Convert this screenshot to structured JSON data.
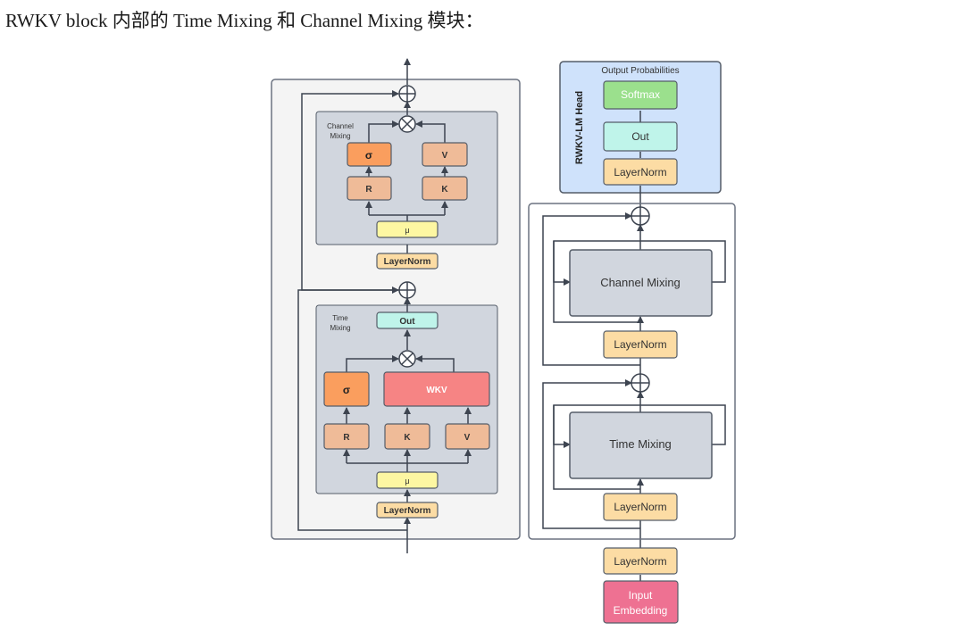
{
  "caption": "RWKV block 内部的 Time Mixing 和 Channel Mixing 模块：",
  "left_block": {
    "channel_mixing": {
      "group_label": [
        "Channel",
        "Mixing"
      ],
      "sigma": "σ",
      "v": "V",
      "r": "R",
      "k": "K",
      "mu": "μ",
      "layernorm": "LayerNorm"
    },
    "time_mixing": {
      "group_label": [
        "Time",
        "Mixing"
      ],
      "out": "Out",
      "sigma": "σ",
      "wkv": "WKV",
      "r": "R",
      "k": "K",
      "v": "V",
      "mu": "μ",
      "layernorm": "LayerNorm"
    }
  },
  "right_stack": {
    "head": {
      "title": "Output Probabilities",
      "side_label": "RWKV-LM Head",
      "softmax": "Softmax",
      "out": "Out",
      "layernorm": "LayerNorm"
    },
    "block": {
      "channel_mixing": "Channel Mixing",
      "layernorm_channel": "LayerNorm",
      "time_mixing": "Time Mixing",
      "layernorm_time": "LayerNorm"
    },
    "layernorm_input": "LayerNorm",
    "input_embedding": [
      "Input",
      "Embedding"
    ]
  },
  "colors": {
    "panel_bg": "#f4f4f4",
    "group_bg": "#d1d6de",
    "head_bg": "#cfe2fb",
    "layernorm": "#fcdca4",
    "rk_orange": "#efbb98",
    "sigma": "#fa9e5e",
    "wkv": "#f68484",
    "mu": "#fdf7a2",
    "out": "#bff4ea",
    "softmax": "#9be08d",
    "embedding": "#ee7192",
    "block_gray": "#d1d6de",
    "line": "#3d4450"
  }
}
